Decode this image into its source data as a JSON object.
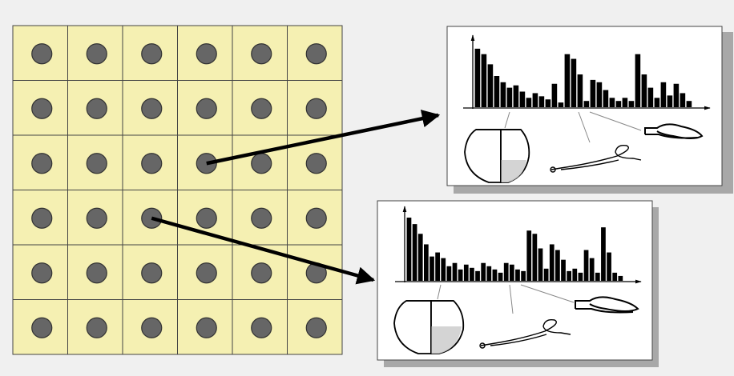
{
  "colors": {
    "background": "#f0f0f0",
    "cell_fill": "#f5f0b2",
    "grid_line": "#444444",
    "dot_fill": "#666666",
    "bar_fill": "#000000",
    "panel_bg": "#ffffff",
    "panel_shadow": "#a8a8a8",
    "connector": "#000000",
    "leader": "#888888"
  },
  "grid": {
    "rows": 6,
    "cols": 6
  },
  "connectors": [
    {
      "from_cell": [
        2,
        3
      ],
      "to_panel": 0
    },
    {
      "from_cell": [
        3,
        2
      ],
      "to_panel": 1
    }
  ],
  "panels": [
    {
      "chart_data": {
        "type": "bar",
        "values": [
          75,
          68,
          55,
          40,
          32,
          25,
          28,
          20,
          12,
          18,
          14,
          10,
          30,
          6,
          68,
          62,
          42,
          8,
          35,
          32,
          22,
          12,
          8,
          12,
          8,
          68,
          42,
          25,
          12,
          32,
          15,
          30,
          18,
          8
        ],
        "title": "",
        "xlabel": "",
        "ylabel": ""
      },
      "illustrations": [
        "pot-icon",
        "brooch-icon",
        "fibula-icon"
      ]
    },
    {
      "chart_data": {
        "type": "bar",
        "values": [
          78,
          70,
          58,
          45,
          30,
          35,
          28,
          18,
          22,
          14,
          20,
          16,
          12,
          22,
          18,
          14,
          10,
          22,
          20,
          14,
          12,
          62,
          58,
          40,
          15,
          45,
          38,
          26,
          12,
          15,
          10,
          38,
          28,
          10,
          66,
          35,
          10,
          6
        ],
        "title": "",
        "xlabel": "",
        "ylabel": ""
      },
      "illustrations": [
        "pot-icon",
        "brooch-icon",
        "fibula-icon"
      ]
    }
  ]
}
